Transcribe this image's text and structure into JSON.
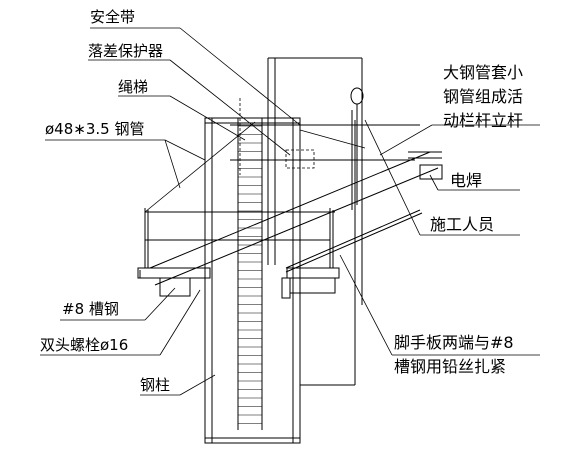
{
  "labels": {
    "safety_belt": "安全带",
    "fall_arrester": "落差保护器",
    "rope_ladder": "绳梯",
    "steel_pipe": "ø48∗3.5 钢管",
    "railing_line1": "大钢管套小",
    "railing_line2": "钢管组成活",
    "railing_line3": "动栏杆立杆",
    "weld": "电焊",
    "worker": "施工人员",
    "channel_steel": "#8 槽钢",
    "bolt": "双头螺栓ø16",
    "steel_column": "钢柱",
    "board_line1": "脚手板两端与#8",
    "board_line2": "槽钢用铅丝扎紧"
  }
}
